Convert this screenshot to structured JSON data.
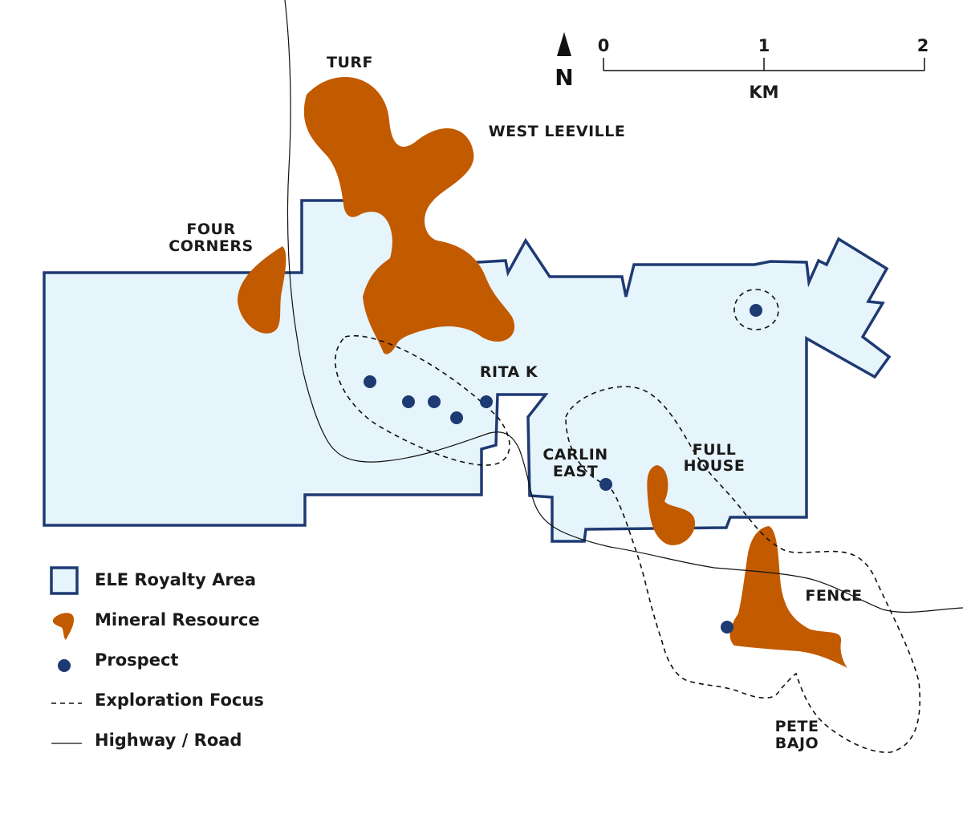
{
  "colors": {
    "royalty_fill": "#e6f4fb",
    "royalty_stroke": "#1e3a72",
    "resource": "#c25a00",
    "prospect": "#1e3a72",
    "line": "#111111"
  },
  "north_arrow": {
    "label": "N"
  },
  "scale_bar": {
    "ticks": [
      "0",
      "1",
      "2"
    ],
    "unit": "KM"
  },
  "locations": {
    "turf": "TURF",
    "west_leeville": "WEST LEEVILLE",
    "four_corners_1": "FOUR",
    "four_corners_2": "CORNERS",
    "rita_k": "RITA K",
    "carlin_east_1": "CARLIN",
    "carlin_east_2": "EAST",
    "full_house_1": "FULL",
    "full_house_2": "HOUSE",
    "fence": "FENCE",
    "pete_bajo_1": "PETE",
    "pete_bajo_2": "BAJO"
  },
  "legend": {
    "royalty_area": "ELE Royalty Area",
    "mineral_resource": "Mineral Resource",
    "prospect": "Prospect",
    "exploration_focus": "Exploration Focus",
    "highway_road": "Highway / Road"
  }
}
